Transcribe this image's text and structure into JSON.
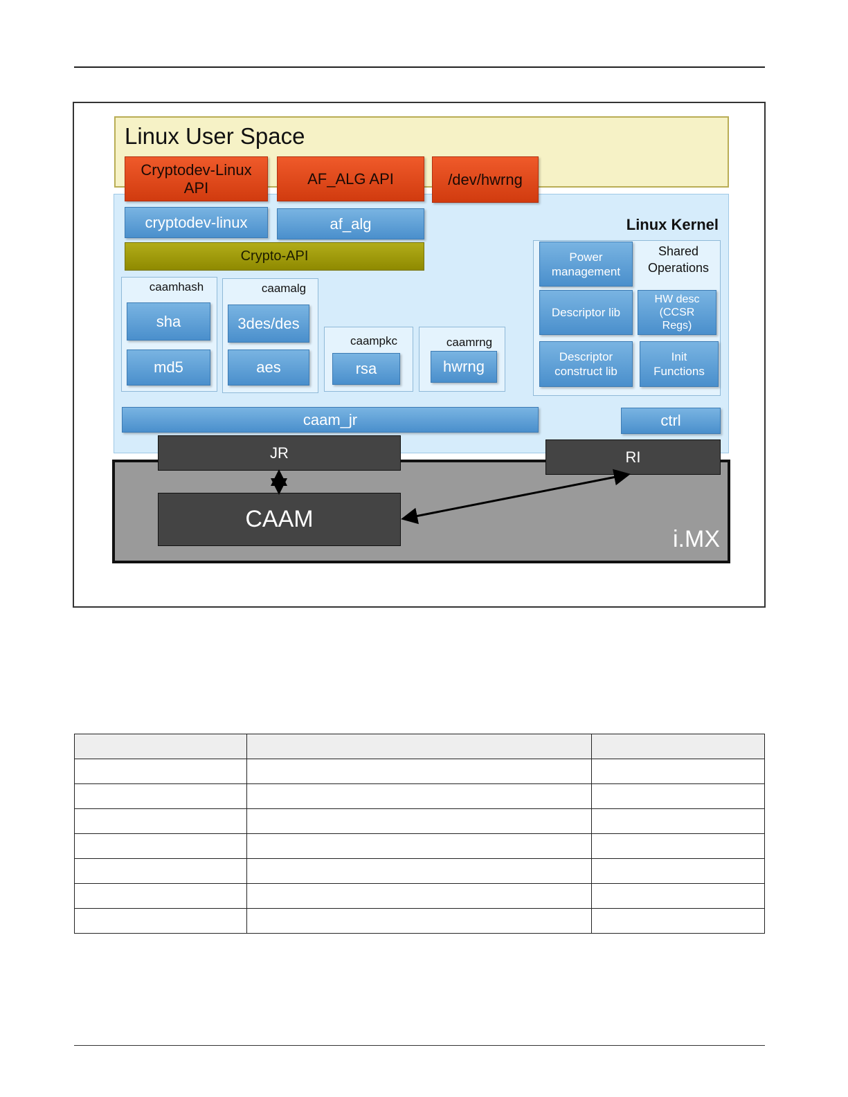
{
  "diagram": {
    "user_space_title": "Linux User Space",
    "apis": [
      "Cryptodev-Linux\nAPI",
      "AF_ALG API",
      "/dev/hwrng"
    ],
    "kernel_title": "Linux Kernel",
    "cryptodev_linux": "cryptodev-linux",
    "af_alg": "af_alg",
    "crypto_api": "Crypto-API",
    "caamhash": {
      "label": "caamhash",
      "items": [
        "sha",
        "md5"
      ]
    },
    "caamalg": {
      "label": "caamalg",
      "items": [
        "3des/des",
        "aes"
      ]
    },
    "caampkc": {
      "label": "caampkc",
      "items": [
        "rsa"
      ]
    },
    "caamrng": {
      "label": "caamrng",
      "items": [
        "hwrng"
      ]
    },
    "shared": {
      "label": "Shared\nOperations",
      "power": "Power\nmanagement",
      "desc_lib": "Descriptor lib",
      "hw_desc": "HW desc\n(CCSR\nRegs)",
      "desc_construct": "Descriptor\nconstruct lib",
      "init": "Init\nFunctions"
    },
    "caam_jr": "caam_jr",
    "ctrl": "ctrl",
    "jr": "JR",
    "ri": "RI",
    "caam": "CAAM",
    "imx": "i.MX"
  },
  "table": {
    "row_count": 8
  }
}
